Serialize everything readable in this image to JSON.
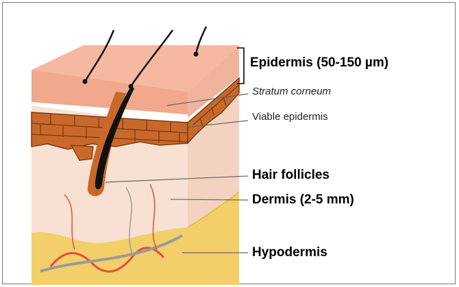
{
  "labels": {
    "epidermis": "Epidermis (50-150 µm)",
    "stratum_corneum": "Stratum corneum",
    "viable_epidermis": "Viable epidermis",
    "hair_follicles": "Hair follicles",
    "dermis": "Dermis (2-5 mm)",
    "hypodermis": "Hypodermis"
  },
  "colors": {
    "epidermis_top": "#f4b9a0",
    "epidermis_side": "#f2c8b2",
    "stratum_cells": "#c8682a",
    "cell_outline": "#7a3a12",
    "dermis_front": "#f8e1d2",
    "dermis_side": "#f3d3bf",
    "hypodermis": "#f3cf6a",
    "hair": "#111111",
    "vessel_red": "#e64a3a",
    "vessel_grey": "#9a9a9a",
    "leader_line": "#666666"
  }
}
